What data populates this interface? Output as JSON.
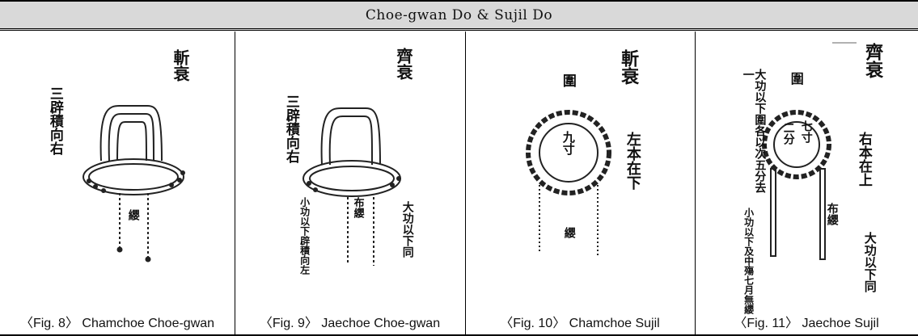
{
  "header": {
    "title": "Choe-gwan Do & Sujil Do"
  },
  "figures": [
    {
      "caption": "〈Fig. 8〉 Chamchoe Choe-gwan",
      "labels": {
        "top": "斬衰",
        "left": "三辟積向右",
        "tassel": "纓"
      }
    },
    {
      "caption": "〈Fig. 9〉 Jaechoe Choe-gwan",
      "labels": {
        "top": "齊衰",
        "left": "三辟積向右",
        "cloth_tassel": "布纓",
        "note1": "小功以下辟積向左",
        "note2": "大功以下同"
      }
    },
    {
      "caption": "〈Fig. 10〉 Chamchoe Sujil",
      "labels": {
        "top": "斬衰",
        "circle": "圍",
        "inner": "九寸",
        "right": "左本在下",
        "tassel": "纓"
      }
    },
    {
      "caption": "〈Fig. 11〉 Jaechoe Sujil",
      "labels": {
        "top": "齊衰",
        "circle": "圍",
        "inner1": "七寸",
        "inner2": "二分",
        "right": "右本在上",
        "left": "大功以下圍各以次五分去一",
        "cloth_tassel": "布纓",
        "note1": "小功以下及中殤七月無纓",
        "note2": "大功以下同"
      }
    }
  ]
}
